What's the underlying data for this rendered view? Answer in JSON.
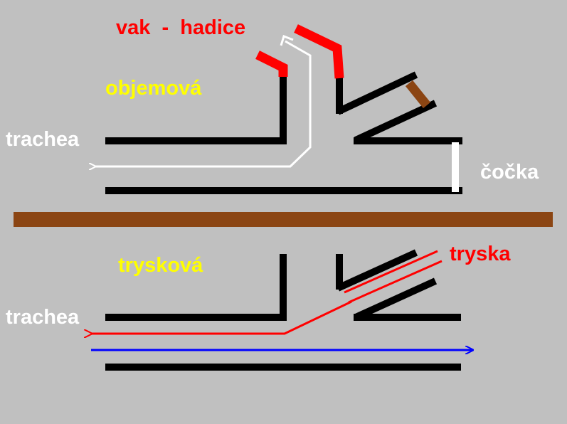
{
  "top_panel": {
    "mode_label": "objemová",
    "trachea_label": "trachea",
    "bag_label": "vak  -  hadice",
    "lens_label": "čočka"
  },
  "bottom_panel": {
    "mode_label": "trysková",
    "trachea_label": "trachea",
    "jet_label": "tryska"
  },
  "colors": {
    "background": "#c0c0c0",
    "tube": "#000000",
    "divider": "#8b4513",
    "bag_hose": "#ff0000",
    "lens": "#ffffff",
    "valve": "#8b4513",
    "airflow_top": "#ffffff",
    "jet_flow": "#ff0000",
    "counter_flow": "#0000ff",
    "label_yellow": "#ffff00",
    "label_white": "#ffffff",
    "label_red": "#ff0000"
  }
}
